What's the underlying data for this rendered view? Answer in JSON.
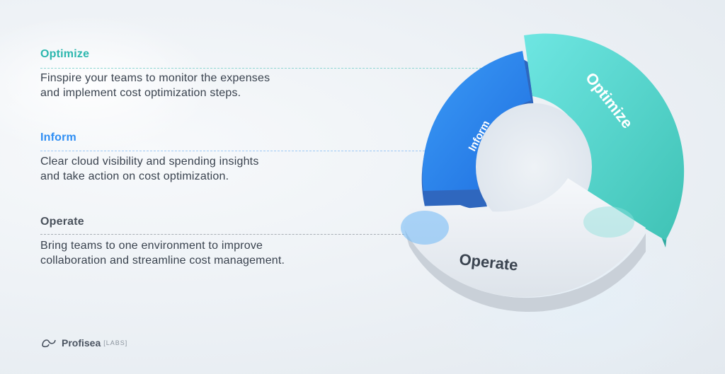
{
  "sections": [
    {
      "title": "Optimize",
      "lines": [
        "Finspire your teams to monitor the expenses",
        "and implement cost optimization steps."
      ],
      "color": "#2cb7ae"
    },
    {
      "title": "Inform",
      "lines": [
        "Clear cloud visibility and spending insights",
        "and take action on cost optimization."
      ],
      "color": "#2f8ef3"
    },
    {
      "title": "Operate",
      "lines": [
        "Bring teams to one environment to improve",
        "collaboration and streamline cost management."
      ],
      "color": "#4a525c"
    }
  ],
  "ring": {
    "optimize_label": "Optimize",
    "inform_label": "Inform",
    "operate_label": "Operate",
    "colors": {
      "optimize": "#4fd6cf",
      "inform": "#2d87ef",
      "operate": "#eef1f5"
    }
  },
  "brand": {
    "name": "Profisea",
    "sub": "[LABS]",
    "logo_icon": "profisea-logo-icon"
  }
}
